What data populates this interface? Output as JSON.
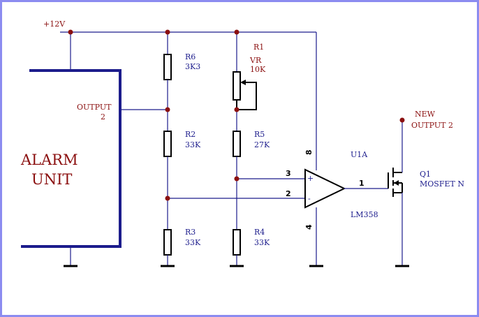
{
  "colors": {
    "wire": "#1c1c8c",
    "component": "#000000",
    "junction": "#8b1010",
    "frame": "#8c8cf0"
  },
  "supply": {
    "label": "+12V"
  },
  "alarm": {
    "line1": "ALARM",
    "line2": "UNIT",
    "output_line1": "OUTPUT",
    "output_line2": "2"
  },
  "r6": {
    "ref": "R6",
    "value": "3K3"
  },
  "r1": {
    "ref": "R1",
    "type": "VR",
    "value": "10K"
  },
  "r2": {
    "ref": "R2",
    "value": "33K"
  },
  "r5": {
    "ref": "R5",
    "value": "27K"
  },
  "r3": {
    "ref": "R3",
    "value": "33K"
  },
  "r4": {
    "ref": "R4",
    "value": "33K"
  },
  "opamp": {
    "ref": "U1A",
    "part": "LM358",
    "pin_plus": "3",
    "pin_minus": "2",
    "pin_out": "1",
    "pin_vcc": "8",
    "pin_gnd": "4",
    "plus_sign": "+",
    "minus_sign": "-"
  },
  "mosfet": {
    "ref": "Q1",
    "type": "MOSFET N"
  },
  "new_output": {
    "line1": "NEW",
    "line2": "OUTPUT 2"
  }
}
